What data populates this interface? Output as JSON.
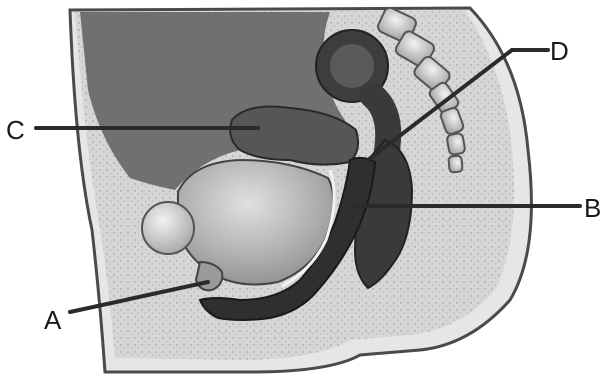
{
  "labels": {
    "A": "A",
    "B": "B",
    "C": "C",
    "D": "D"
  },
  "colors": {
    "background": "#ffffff",
    "tissue_light": "#d9d9d9",
    "tissue_speckle": "#bfbfbf",
    "cavity": "#6f6f6f",
    "organ_dark": "#3a3a3a",
    "organ_mid": "#555555",
    "bladder_light": "#b8b8b8",
    "leader_line": "#2a2a2a"
  }
}
